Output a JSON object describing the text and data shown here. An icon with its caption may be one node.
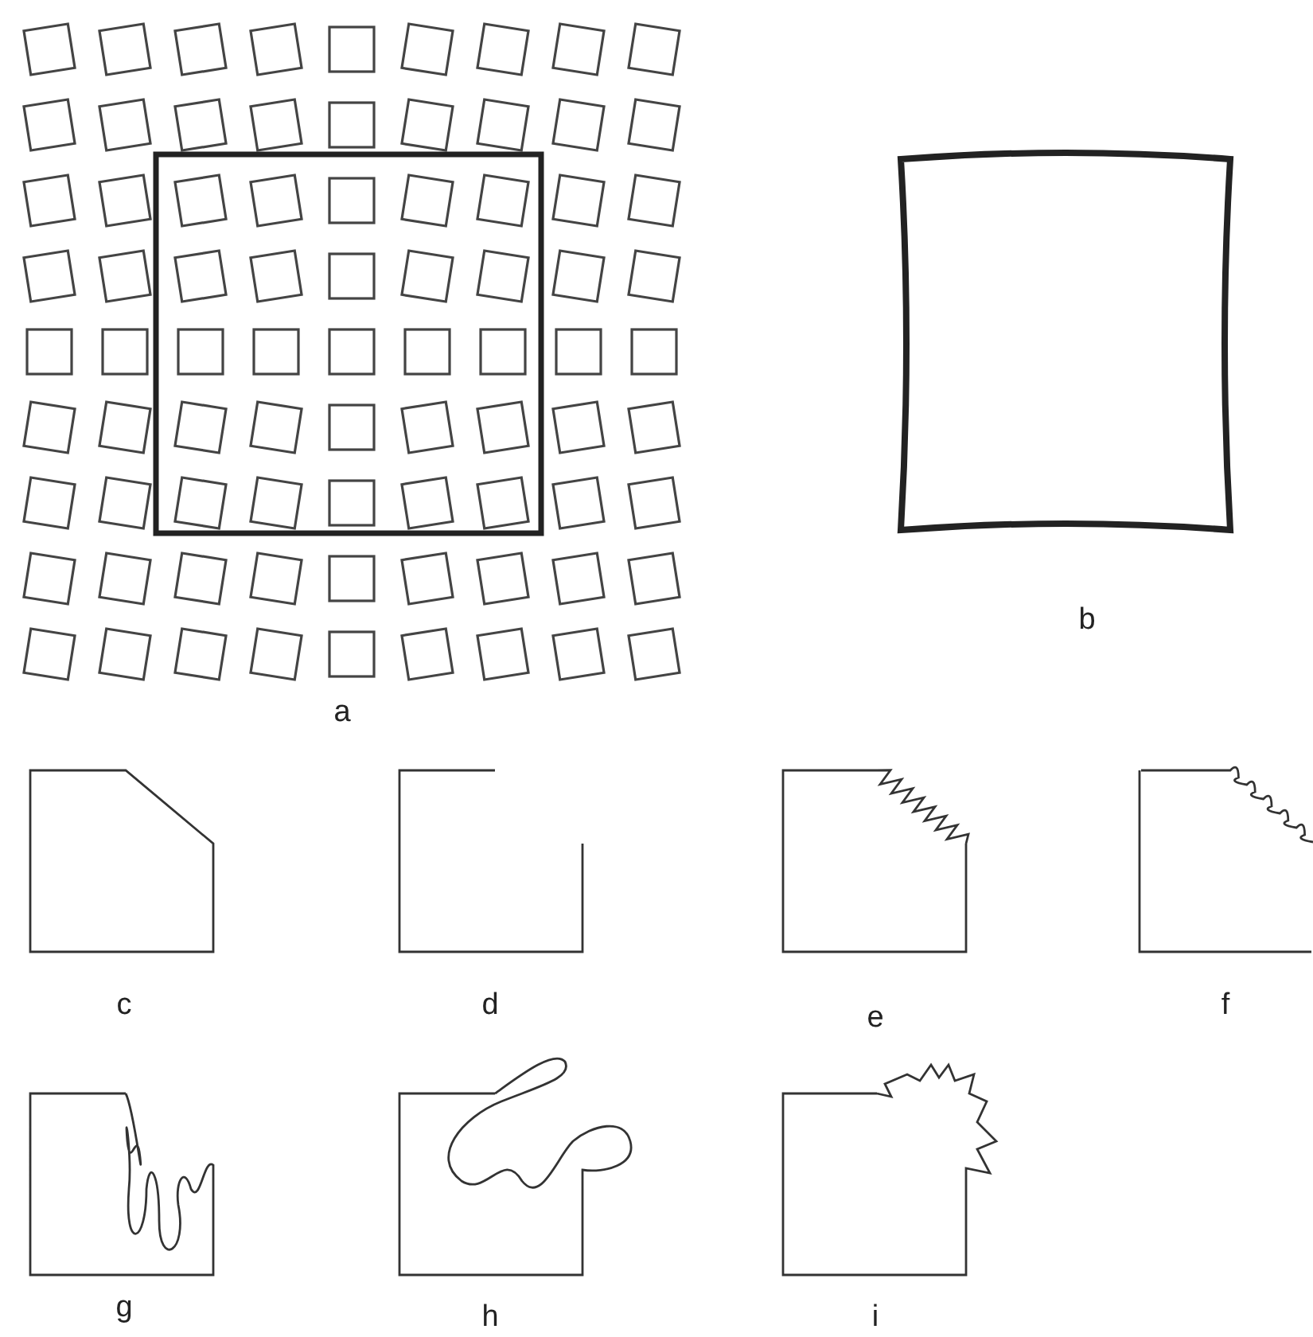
{
  "diagram": {
    "labels": [
      "a",
      "b",
      "c",
      "d",
      "e",
      "f",
      "g",
      "h",
      "i"
    ]
  }
}
